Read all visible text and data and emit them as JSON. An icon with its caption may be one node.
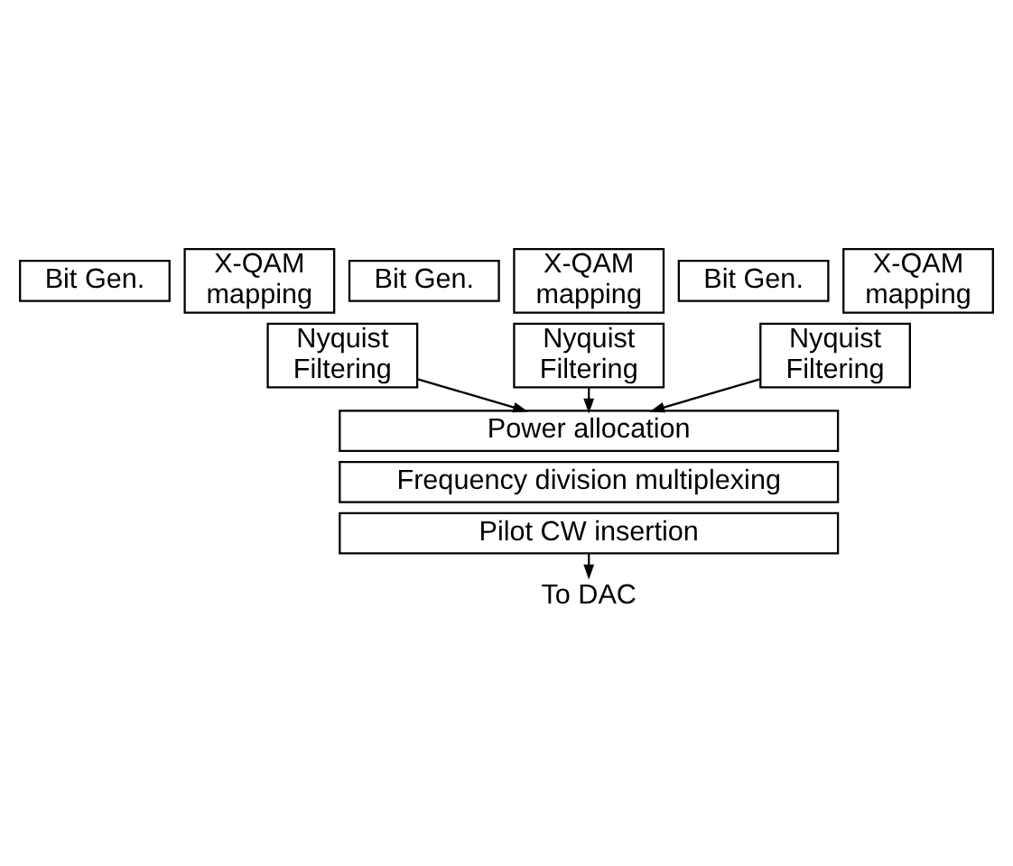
{
  "diagram": {
    "nodes": [
      {
        "text": [
          "Bit Gen."
        ]
      },
      {
        "text": [
          "X-QAM mapping"
        ]
      },
      {
        "text": [
          "Nyquist Filtering"
        ]
      },
      {
        "text": [
          "Bit Gen."
        ]
      },
      {
        "text": [
          "X-QAM mapping"
        ]
      },
      {
        "text": [
          "Nyquist Filtering"
        ]
      },
      {
        "text": [
          "Bit Gen."
        ]
      },
      {
        "text": [
          "X-QAM mapping"
        ]
      },
      {
        "text": [
          "Nyquist Filtering"
        ]
      },
      {
        "text": [
          "Power allocation"
        ]
      },
      {
        "text": [
          "Frequency division multiplexing"
        ]
      },
      {
        "text": [
          "Pilot CW insertion"
        ]
      },
      {
        "text": [
          "To DAC"
        ]
      }
    ],
    "edges": [
      {
        "from": 2,
        "to": 9,
        "arrow": "to"
      },
      {
        "from": 5,
        "to": 9,
        "arrow": "to"
      },
      {
        "from": 8,
        "to": 9,
        "arrow": "to"
      },
      {
        "from": 11,
        "to": 12,
        "arrow": "to"
      }
    ]
  }
}
